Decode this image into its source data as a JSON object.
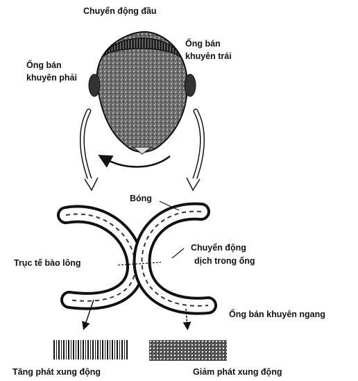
{
  "labels": {
    "head_movement": "Chuyển động đầu",
    "left_canal_line1": "Ống bán",
    "left_canal_line2": "khuyên trái",
    "right_canal_line1": "Ống bán",
    "right_canal_line2": "khuyên phải",
    "ampulla": "Bóng",
    "fluid_movement_line1": "Chuyển động",
    "fluid_movement_line2": "dịch trong ống",
    "hair_cell_axis": "Trục tế bào lông",
    "horizontal_canal": "Ống bán khuyên ngang",
    "increased_firing": "Tăng phát xung động",
    "decreased_firing": "Giảm phát xung động"
  },
  "colors": {
    "ink": "#111111",
    "head_fill": "#5a5a5a",
    "hair": "#1a1a1a",
    "background": "#ffffff"
  },
  "icons": {
    "rotation_arrow": "curved-double-arrow-icon",
    "fluid_arrow": "arrow-icon"
  }
}
